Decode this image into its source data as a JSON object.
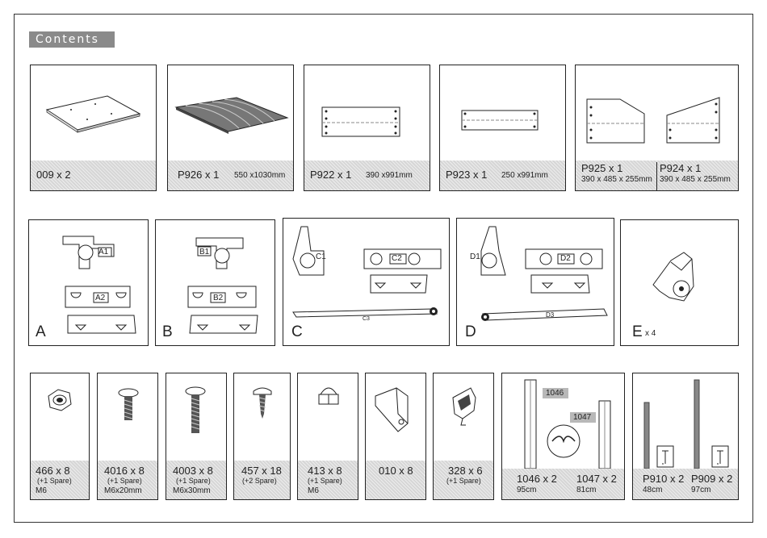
{
  "header": {
    "title": "Contents"
  },
  "row1": {
    "p009": {
      "code": "009 x 2"
    },
    "p926": {
      "code": "P926 x 1",
      "size": "550 x1030mm"
    },
    "p922": {
      "code": "P922 x 1",
      "size": "390 x991mm"
    },
    "p923": {
      "code": "P923 x 1",
      "size": "250 x991mm"
    },
    "p925": {
      "code": "P925 x 1",
      "size": "390 x 485 x 255mm"
    },
    "p924": {
      "code": "P924 x 1",
      "size": "390 x 485 x 255mm"
    }
  },
  "row2": {
    "a": {
      "letter": "A",
      "parts": [
        "A1",
        "A2"
      ]
    },
    "b": {
      "letter": "B",
      "parts": [
        "B1",
        "B2"
      ]
    },
    "c": {
      "letter": "C",
      "parts": [
        "C1",
        "C2",
        "C3"
      ]
    },
    "d": {
      "letter": "D",
      "parts": [
        "D1",
        "D2",
        "D3"
      ]
    },
    "e": {
      "letter": "E",
      "qty": "x 4"
    }
  },
  "row3": {
    "p466": {
      "code": "466 x 8",
      "spare": "(+1 Spare)",
      "spec": "M6"
    },
    "p4016": {
      "code": "4016 x 8",
      "spare": "(+1 Spare)",
      "spec": "M6x20mm"
    },
    "p4003": {
      "code": "4003 x 8",
      "spare": "(+1 Spare)",
      "spec": "M6x30mm"
    },
    "p457": {
      "code": "457 x 18",
      "spare": "(+2 Spare)"
    },
    "p413": {
      "code": "413 x 8",
      "spare": "(+1 Spare)",
      "spec": "M6"
    },
    "p010": {
      "code": "010 x 8"
    },
    "p328": {
      "code": "328 x 6",
      "spare": "(+1 Spare)"
    },
    "p1046": {
      "code": "1046 x 2",
      "len": "95cm",
      "tag": "1046"
    },
    "p1047": {
      "code": "1047 x 2",
      "len": "81cm",
      "tag": "1047"
    },
    "p910": {
      "code": "P910 x 2",
      "len": "48cm"
    },
    "p909": {
      "code": "P909 x 2",
      "len": "97cm"
    }
  }
}
